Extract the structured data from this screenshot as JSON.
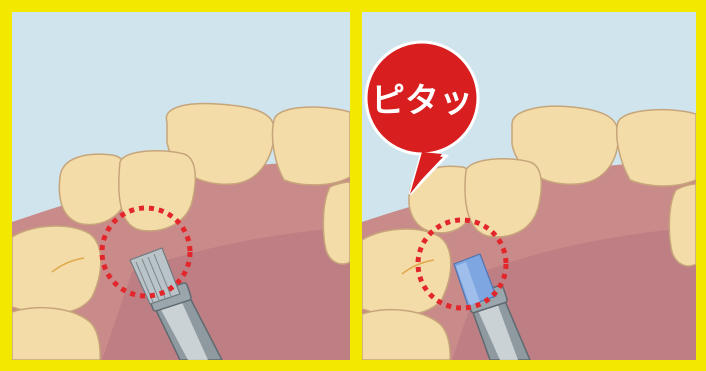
{
  "panels": [
    {
      "id": "before",
      "callout": ""
    },
    {
      "id": "after",
      "callout": "ピタッ"
    }
  ],
  "colors": {
    "frame": "#f3e800",
    "sky": "#cfe4ec",
    "gum": "#c98a8a",
    "gum_dark": "#b0707a",
    "tooth": "#f4dca9",
    "tooth_outline": "#c7a57a",
    "dotted_circle": "#e3262b",
    "bubble": "#d81e1e",
    "brush_grey": "#b9c3c8",
    "brush_blue": "#7ea6e0"
  },
  "icons": [
    "dental-handpiece-icon",
    "polishing-brush-icon",
    "speech-bubble-icon"
  ]
}
